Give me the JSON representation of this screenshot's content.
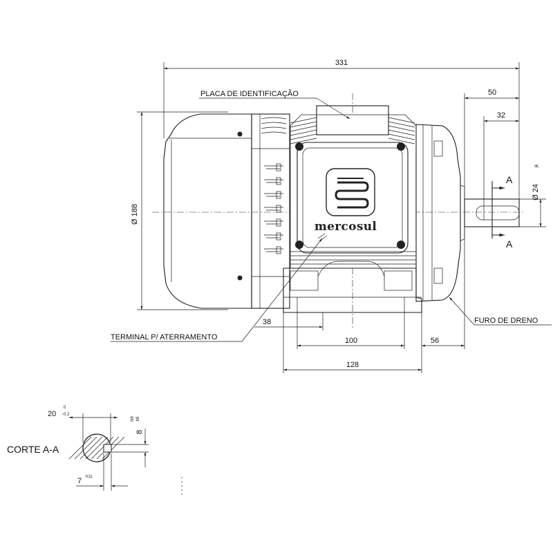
{
  "drawing": {
    "dimensions": {
      "overall_length": "331",
      "shaft_from_flange": "50",
      "key_length": "32",
      "frame_diameter": "Ø 188",
      "shaft_diameter": "Ø 24",
      "shaft_tolerance": "j6",
      "foot_offset": "38",
      "foot_holes_spacing": "100",
      "shaft_to_foot_hole": "56",
      "foot_width": "128"
    },
    "labels": {
      "nameplate": "PLACA DE IDENTIFICAÇÃO",
      "grounding_terminal": "TERMINAL P/ ATERRAMENTO",
      "drain_hole": "FURO DE DRENO",
      "section_mark": "A",
      "section_title": "CORTE A-A"
    },
    "logo": "mercosul",
    "section": {
      "width": "20",
      "width_tol_upper": "0",
      "width_tol_lower": "-0.2",
      "key_width": "8",
      "key_width_tol": "N9",
      "key_width_tol2": "h9",
      "key_depth": "7",
      "key_depth_tol": "h11"
    }
  }
}
